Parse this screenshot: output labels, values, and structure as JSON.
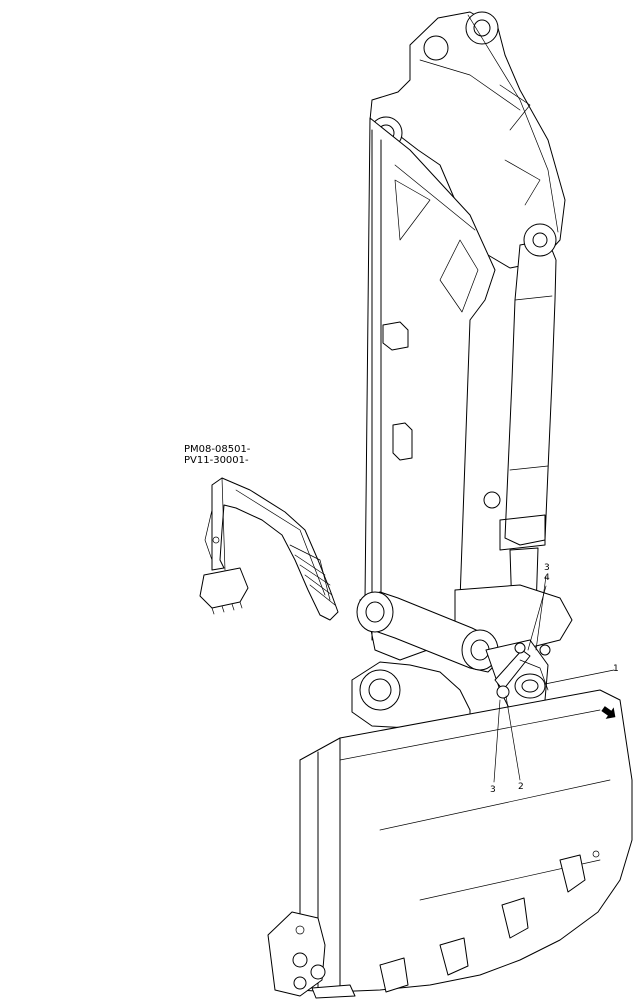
{
  "serial_numbers": [
    "PM08-08501-",
    "PV11-30001-"
  ],
  "callouts": [
    {
      "id": "callout-1",
      "label": "1"
    },
    {
      "id": "callout-2",
      "label": "2"
    },
    {
      "id": "callout-3-bottom",
      "label": "3"
    },
    {
      "id": "callout-3-top",
      "label": "3"
    },
    {
      "id": "callout-4",
      "label": "4"
    }
  ],
  "icons": {
    "front_direction": "front-arrow-icon"
  }
}
